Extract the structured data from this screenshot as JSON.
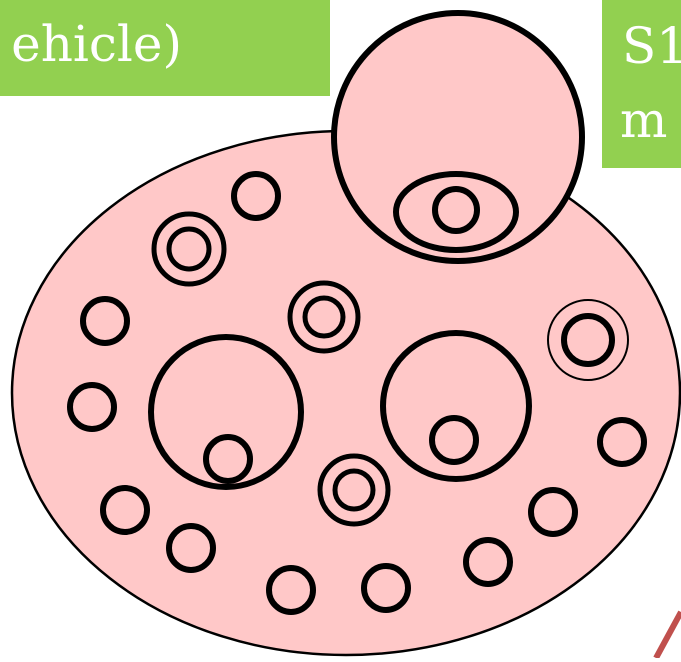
{
  "labels": {
    "left_text": "ehicle)",
    "right_line1": "S1",
    "right_line2": "m"
  },
  "colors": {
    "cell_fill": "#ffc8c8",
    "stroke": "#000000",
    "label_bg": "#92d050",
    "label_text": "#ffffff",
    "accent_arrow": "#c0504d"
  }
}
